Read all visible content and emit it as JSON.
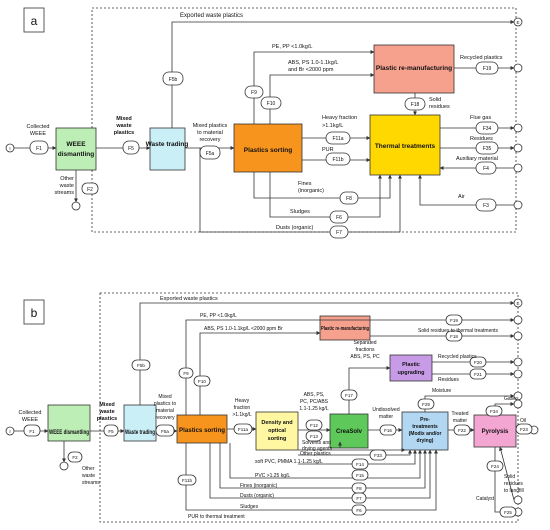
{
  "panel_a": {
    "label": "a",
    "boxes": {
      "weee_dismantling": "WEEE dismantling",
      "waste_trading": "Waste trading",
      "plastics_sorting": "Plastics sorting",
      "plastic_remanufacturing": "Plastic re-manufacturing",
      "thermal_treatments": "Thermal treatments"
    },
    "flows": {
      "F1": "F1",
      "F2": "F2",
      "F5": "F5",
      "F5a": "F5a",
      "F5b": "F5b",
      "F6": "F6",
      "F7": "F7",
      "F8": "F8",
      "F9": "F9",
      "F10": "F10",
      "F11a": "F11a",
      "F11b": "F11b",
      "F18": "F18",
      "F19": "F19",
      "F34": "F34",
      "F35": "F35",
      "F4": "F4",
      "F3": "F3"
    },
    "labels": {
      "exported": "Exported waste plastics",
      "collected_1": "Collected",
      "collected_2": "WEEE",
      "mixed_1": "Mixed",
      "mixed_2": "waste",
      "mixed_3": "plastics",
      "mixed_recovery_1": "Mixed plastics",
      "mixed_recovery_2": "to material",
      "mixed_recovery_3": "recovery",
      "other_1": "Other",
      "other_2": "waste",
      "other_3": "streams",
      "pe_pp": "PE, PP <1.0kg/L",
      "abs_1": "ABS, PS 1.0-1.1kg/L",
      "abs_2": "and Br <2000 ppm",
      "heavy_1": "Heavy fraction",
      "heavy_2": ">1.1kg/L",
      "pur": "PUR",
      "fines_1": "Fines",
      "fines_2": "(inorganic)",
      "sludges": "Sludges",
      "dusts": "Dusts (organic)",
      "solid_1": "Solid",
      "solid_2": "residues",
      "recycled": "Recycled plastics",
      "flue_gas": "Flue gas",
      "residues": "Residues",
      "auxiliary": "Auxiliary material",
      "air": "Air"
    },
    "terminals": {
      "in": "I",
      "out": "E"
    }
  },
  "panel_b": {
    "label": "b",
    "boxes": {
      "weee_dismantling": "WEEE dismantling",
      "waste_trading": "Waste trading",
      "plastics_sorting": "Plastics sorting",
      "density_optical_1": "Density and",
      "density_optical_2": "optical",
      "density_optical_3": "sorting",
      "plastic_remanufacturing": "Plastic re-manufacturing",
      "creasolv": "CreaSolv",
      "plastic_upgrading_1": "Plastic",
      "plastic_upgrading_2": "upgrading",
      "pretreatments_1": "Pre-",
      "pretreatments_2": "treatments",
      "pretreatments_3": "(Modix and/or",
      "pretreatments_4": "drying)",
      "pyrolysis": "Pyrolysis"
    },
    "flows": {
      "F1": "F1",
      "F2": "F2",
      "F5": "F5",
      "F5a": "F5a",
      "F5b": "F5b",
      "F9": "F9",
      "F10": "F10",
      "F11a": "F11a",
      "F11b": "F11b",
      "F12": "F12",
      "F13": "F13",
      "F14": "F14",
      "F15": "F15",
      "F16": "F16",
      "F17": "F17",
      "F18": "F18",
      "F19": "F19",
      "F20": "F20",
      "F21": "F21",
      "F22": "F22",
      "F23": "F23",
      "F24": "F24",
      "F25": "F25",
      "F29": "F29",
      "F33": "F33",
      "F34": "F34",
      "F6": "F6",
      "F7": "F7",
      "F8": "F8"
    },
    "labels": {
      "exported": "Exported waste plastics",
      "collected_1": "Collected",
      "collected_2": "WEEE",
      "mixed_1": "Mixed",
      "mixed_2": "waste",
      "mixed_3": "plastics",
      "mixed_recovery_1": "Mixed",
      "mixed_recovery_2": "plastics to",
      "mixed_recovery_3": "material",
      "mixed_recovery_4": "recovery",
      "other_1": "Other",
      "other_2": "waste",
      "other_3": "streams",
      "pe_pp": "PE, PP <1.0kg/L",
      "abs_br": "ABS, PS 1.0-1.1kg/L <2000 ppm Br",
      "heavy_1": "Heavy",
      "heavy_2": "fraction",
      "heavy_3": ">1.1kg/L",
      "abs_pc_1": "ABS, PS,",
      "abs_pc_2": "PC, PC/ABS",
      "abs_pc_3": "1.1-1.25 kg/L",
      "other_plastics": "Other plastics",
      "solvents": "Solvents and",
      "drying_agents": "drying agents",
      "soft_pvc": "soft PVC, PMMA 1.1-1.25 kg/L",
      "pvc": "PVC >1.25 kg/L",
      "fines": "Fines (inorganic)",
      "dusts": "Dusts (organic)",
      "sludges": "Sludges",
      "pur": "PUR to thermal treatment",
      "separated_1": "Separated",
      "separated_2": "fractions",
      "separated_3": "ABS, PS, PC",
      "undissolved_1": "Undissolved",
      "undissolved_2": "matter",
      "moisture": "Moisture",
      "treated_1": "Treated",
      "treated_2": "matter",
      "recycled": "Recycled plastics",
      "solid_thermal": "Solid residues to thermal treatments",
      "residues": "Residues",
      "gases": "Gases",
      "oil": "Oil",
      "solid_landfill_1": "Solid",
      "solid_landfill_2": "residues",
      "solid_landfill_3": "to landfill",
      "catalyst": "Catalyst"
    },
    "terminals": {
      "in": "I",
      "out": "E"
    }
  },
  "colors": {
    "weee": "#bdeeb5",
    "trading": "#cbeff7",
    "sorting": "#f7941d",
    "remanufacturing": "#f6a08e",
    "thermal": "#ffd800",
    "density": "#fff7a1",
    "creasolv": "#5ec95a",
    "upgrading": "#c79be6",
    "pretreat": "#b2d7f2",
    "pyrolysis": "#f4a6d2"
  }
}
